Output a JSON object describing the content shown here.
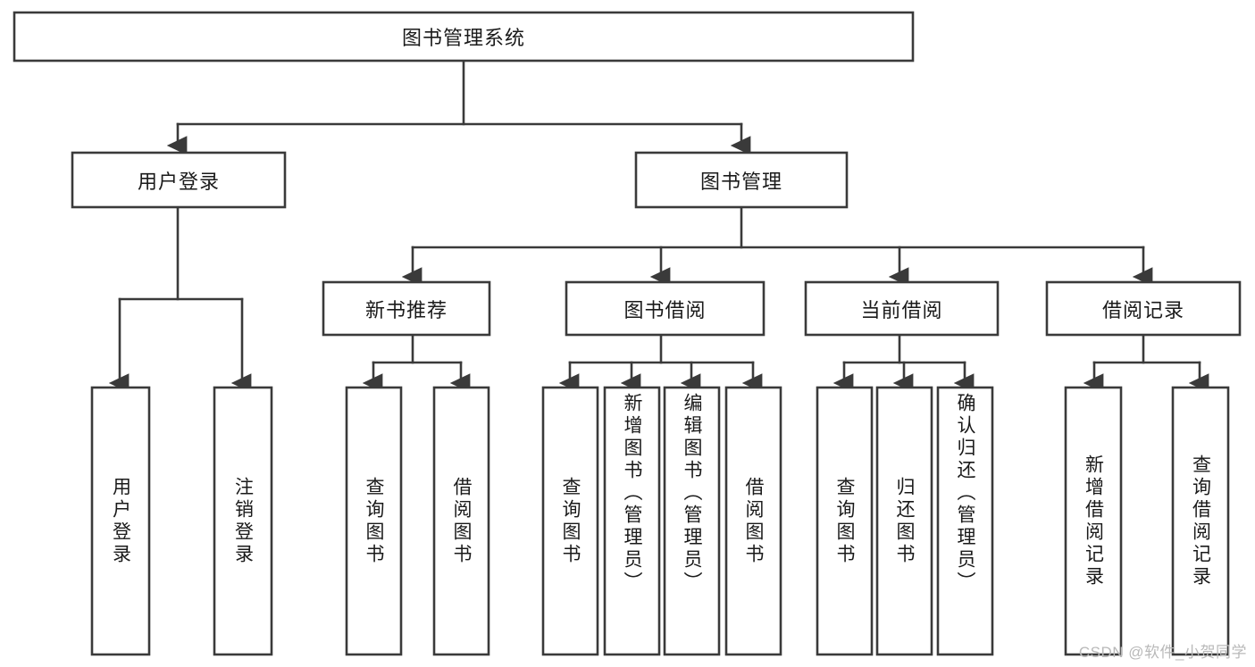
{
  "diagram": {
    "type": "hierarchy-tree",
    "title": "图书管理系统",
    "watermark": "CSDN @软件_小贺同学",
    "colors": {
      "stroke": "#3a3a3a",
      "fill": "#ffffff",
      "text": "#1a1a1a",
      "watermark": "#b9b9b9",
      "background": "#ffffff"
    },
    "root": {
      "label": "图书管理系统",
      "orientation": "horizontal"
    },
    "level2": [
      {
        "label": "用户登录",
        "orientation": "horizontal"
      },
      {
        "label": "图书管理",
        "orientation": "horizontal"
      }
    ],
    "level3": [
      {
        "label": "新书推荐",
        "orientation": "horizontal"
      },
      {
        "label": "图书借阅",
        "orientation": "horizontal"
      },
      {
        "label": "当前借阅",
        "orientation": "horizontal"
      },
      {
        "label": "借阅记录",
        "orientation": "horizontal"
      }
    ],
    "leaves": {
      "用户登录": [
        {
          "label": "用户登录",
          "orientation": "vertical"
        },
        {
          "label": "注销登录",
          "orientation": "vertical"
        }
      ],
      "新书推荐": [
        {
          "label": "查询图书",
          "orientation": "vertical"
        },
        {
          "label": "借阅图书",
          "orientation": "vertical"
        }
      ],
      "图书借阅": [
        {
          "label": "查询图书",
          "orientation": "vertical"
        },
        {
          "label": "新增图书（管理员）",
          "orientation": "vertical"
        },
        {
          "label": "编辑图书（管理员）",
          "orientation": "vertical"
        },
        {
          "label": "借阅图书",
          "orientation": "vertical"
        }
      ],
      "当前借阅": [
        {
          "label": "查询图书",
          "orientation": "vertical"
        },
        {
          "label": "归还图书",
          "orientation": "vertical"
        },
        {
          "label": "确认归还（管理员）",
          "orientation": "vertical"
        }
      ],
      "借阅记录": [
        {
          "label": "新增借阅记录",
          "orientation": "vertical"
        },
        {
          "label": "查询借阅记录",
          "orientation": "vertical"
        }
      ]
    }
  },
  "labels": {
    "root": "图书管理系统",
    "l2_0": "用户登录",
    "l2_1": "图书管理",
    "l3_0": "新书推荐",
    "l3_1": "图书借阅",
    "l3_2": "当前借阅",
    "l3_3": "借阅记录",
    "leaf_a0": "用户登录",
    "leaf_a1": "注销登录",
    "leaf_b0": "查询图书",
    "leaf_b1": "借阅图书",
    "leaf_c0": "查询图书",
    "leaf_c1": "新增图书（管理员）",
    "leaf_c2": "编辑图书（管理员）",
    "leaf_c3": "借阅图书",
    "leaf_d0": "查询图书",
    "leaf_d1": "归还图书",
    "leaf_d2": "确认归还（管理员）",
    "leaf_e0": "新增借阅记录",
    "leaf_e1": "查询借阅记录",
    "watermark": "CSDN @软件_小贺同学"
  }
}
